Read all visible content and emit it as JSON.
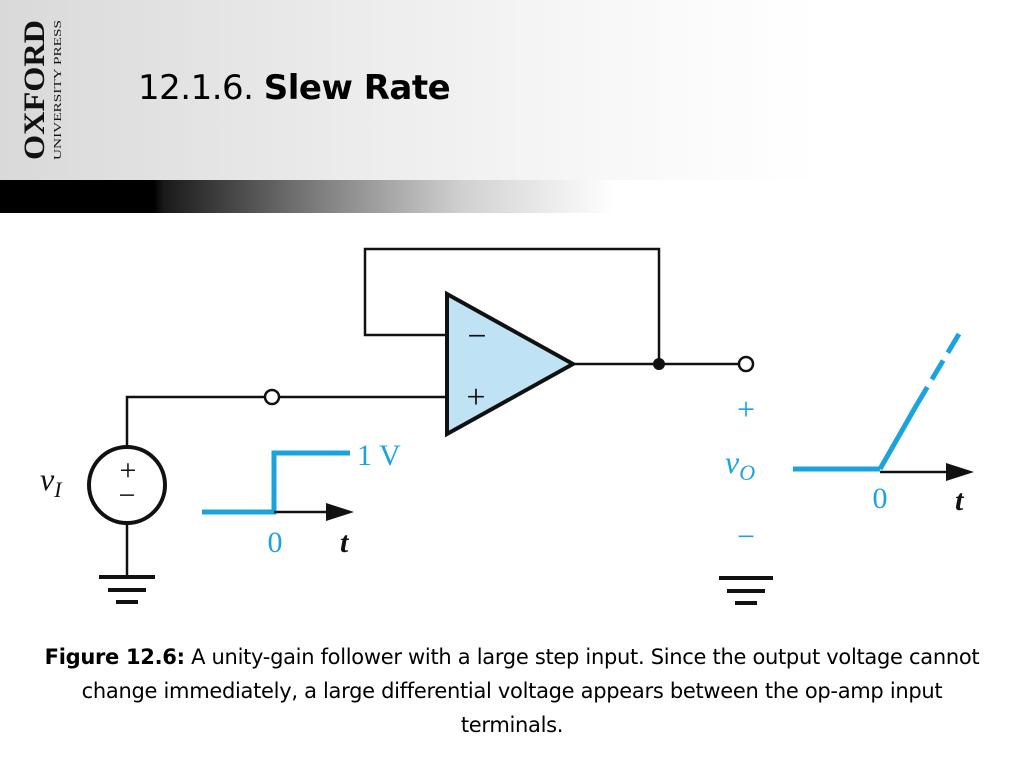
{
  "header": {
    "logo_main": "OXFORD",
    "logo_sub": "UNIVERSITY PRESS",
    "title_number": "12.1.6.",
    "title_text": "Slew Rate"
  },
  "diagram": {
    "opamp_minus": "−",
    "opamp_plus": "+",
    "source_plus": "+",
    "source_minus": "−",
    "input_symbol": "v",
    "input_subscript": "I",
    "input_level": "1 V",
    "input_origin": "0",
    "input_time_axis": "t",
    "output_plus": "+",
    "output_symbol": "v",
    "output_subscript": "O",
    "output_minus": "−",
    "output_origin": "0",
    "output_time_axis": "t"
  },
  "caption": {
    "label": "Figure 12.6:",
    "text": "A unity-gain follower with a large step input. Since the output voltage cannot change immediately, a large differential voltage appears between the op-amp input terminals."
  },
  "colors": {
    "waveform": "#1aa3dc",
    "opamp_fill": "#bfe3f4",
    "wire": "#111111"
  }
}
